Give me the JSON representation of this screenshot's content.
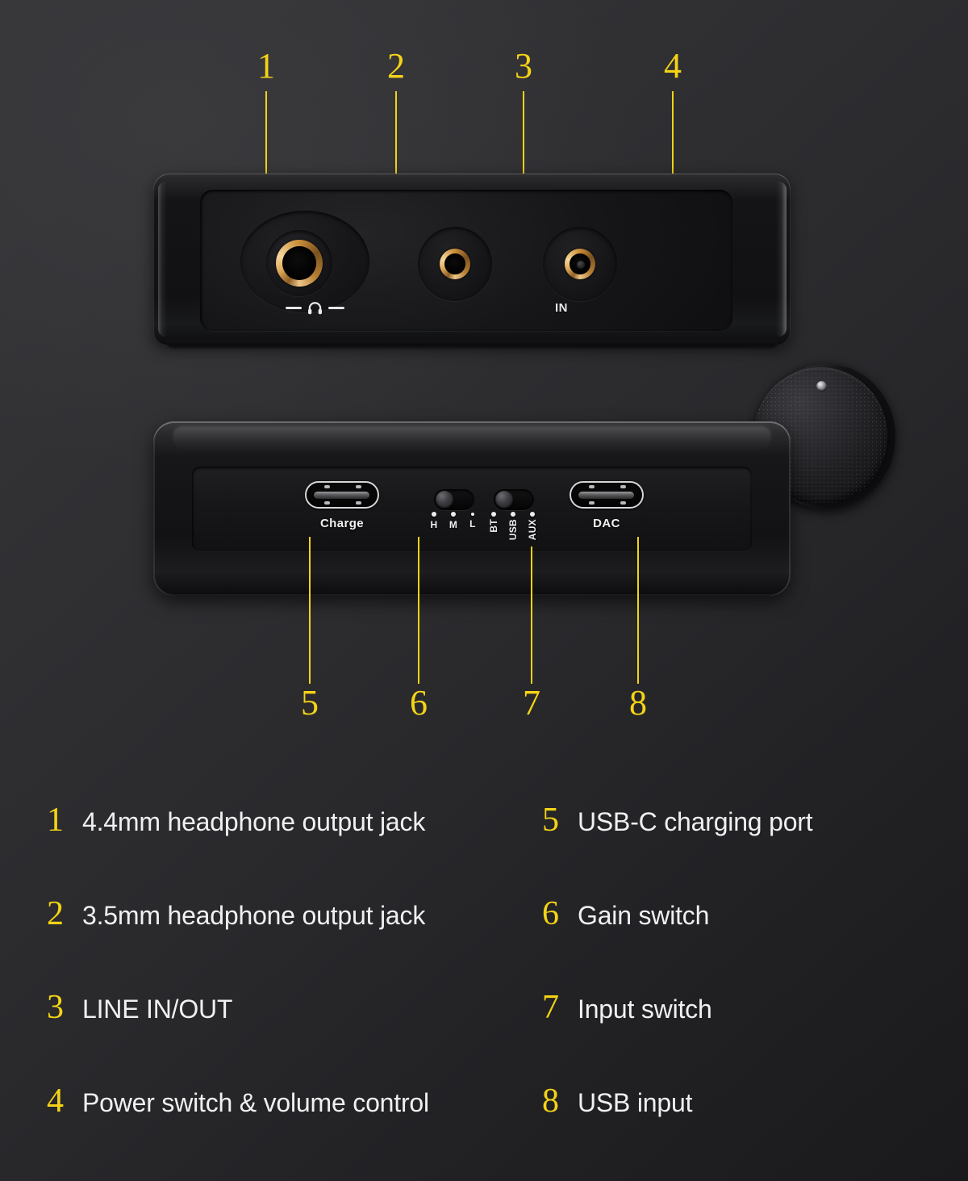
{
  "colors": {
    "accent_yellow": "#f4d316",
    "text_white": "#f0f0f1",
    "bg_top_left": "#363639",
    "bg_bottom_right": "#1a1a1c",
    "jack_gold": "#c98c36"
  },
  "callouts": {
    "top": [
      {
        "id": "1",
        "label": "1"
      },
      {
        "id": "2",
        "label": "2"
      },
      {
        "id": "3",
        "label": "3"
      },
      {
        "id": "4",
        "label": "4"
      }
    ],
    "bottom": [
      {
        "id": "5",
        "label": "5"
      },
      {
        "id": "6",
        "label": "6"
      },
      {
        "id": "7",
        "label": "7"
      },
      {
        "id": "8",
        "label": "8"
      }
    ]
  },
  "device_top": {
    "name": "front-panel",
    "silkscreen": {
      "headphone_icon": "headphone-icon",
      "line_in": "IN"
    },
    "jacks": [
      {
        "name": "4.4mm-balanced-jack",
        "callout": "1"
      },
      {
        "name": "3.5mm-jack",
        "callout": "2"
      },
      {
        "name": "line-in-out-jack",
        "callout": "3"
      }
    ],
    "knob": {
      "name": "volume-knob",
      "callout": "4"
    }
  },
  "device_bottom": {
    "name": "rear-panel",
    "charge_port_label": "Charge",
    "dac_port_label": "DAC",
    "gain_switch": {
      "name": "gain-switch",
      "options": [
        "H",
        "M",
        "L"
      ],
      "selected": "H"
    },
    "input_switch": {
      "name": "input-switch",
      "options": [
        "BT",
        "USB",
        "AUX"
      ],
      "selected": "BT"
    }
  },
  "legend": {
    "left": [
      {
        "num": "1",
        "text": "4.4mm headphone output jack"
      },
      {
        "num": "2",
        "text": "3.5mm headphone output jack"
      },
      {
        "num": "3",
        "text": "LINE IN/OUT"
      },
      {
        "num": "4",
        "text": "Power switch & volume control"
      }
    ],
    "right": [
      {
        "num": "5",
        "text": "USB-C charging port"
      },
      {
        "num": "6",
        "text": "Gain switch"
      },
      {
        "num": "7",
        "text": "Input switch"
      },
      {
        "num": "8",
        "text": "USB input"
      }
    ]
  }
}
